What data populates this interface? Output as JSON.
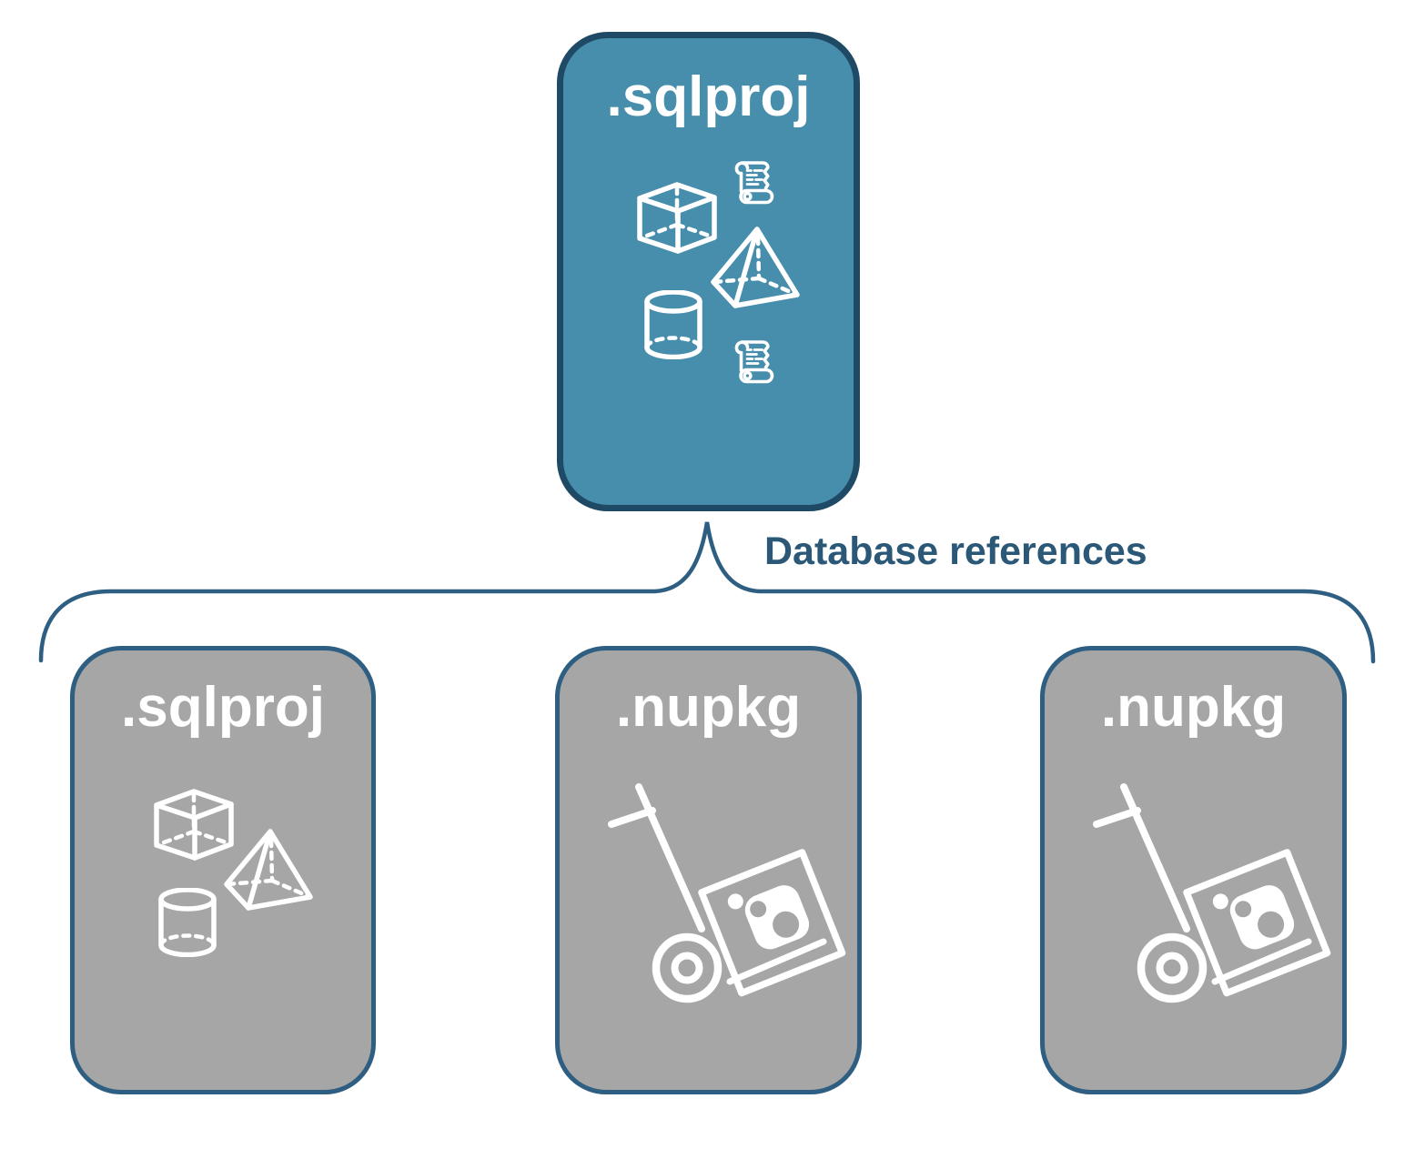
{
  "colors": {
    "box_teal": "#478DAC",
    "teal_border": "#1E4A66",
    "box_gray": "#A6A6A6",
    "gray_border": "#2E5E81",
    "connector": "#2E5E81",
    "label_text": "#2B5877",
    "icon": "#FFFFFF"
  },
  "parent_box": {
    "title": ".sqlproj",
    "icons": [
      "cube-icon",
      "script-scroll-icon",
      "pyramid-icon",
      "cylinder-icon",
      "script-scroll-icon"
    ]
  },
  "connector": {
    "label": "Database references"
  },
  "child_boxes": [
    {
      "title": ".sqlproj",
      "icons": [
        "cube-icon",
        "pyramid-icon",
        "cylinder-icon"
      ]
    },
    {
      "title": ".nupkg",
      "icons": [
        "package-dolly-icon"
      ]
    },
    {
      "title": ".nupkg",
      "icons": [
        "package-dolly-icon"
      ]
    }
  ]
}
